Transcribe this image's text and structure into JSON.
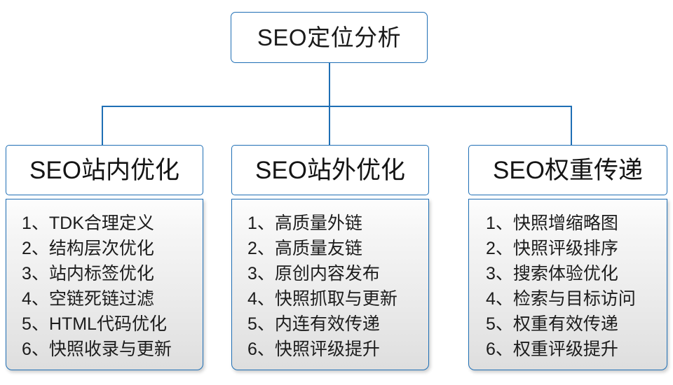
{
  "diagram": {
    "root": {
      "label": "SEO定位分析"
    },
    "connector_color": "#1f6fb5",
    "columns": [
      {
        "header": "SEO站内优化",
        "items": [
          {
            "index": "1、",
            "text": "TDK合理定义"
          },
          {
            "index": "2、",
            "text": "结构层次优化"
          },
          {
            "index": "3、",
            "text": "站内标签优化"
          },
          {
            "index": "4、",
            "text": "空链死链过滤"
          },
          {
            "index": "5、",
            "text": "HTML代码优化"
          },
          {
            "index": "6、",
            "text": "快照收录与更新"
          }
        ]
      },
      {
        "header": "SEO站外优化",
        "items": [
          {
            "index": "1、",
            "text": "高质量外链"
          },
          {
            "index": "2、",
            "text": "高质量友链"
          },
          {
            "index": "3、",
            "text": "原创内容发布"
          },
          {
            "index": "4、",
            "text": "快照抓取与更新"
          },
          {
            "index": "5、",
            "text": "内连有效传递"
          },
          {
            "index": "6、",
            "text": "快照评级提升"
          }
        ]
      },
      {
        "header": "SEO权重传递",
        "items": [
          {
            "index": "1、",
            "text": "快照增缩略图"
          },
          {
            "index": "2、",
            "text": "快照评级排序"
          },
          {
            "index": "3、",
            "text": "搜索体验优化"
          },
          {
            "index": "4、",
            "text": "检索与目标访问"
          },
          {
            "index": "5、",
            "text": "权重有效传递"
          },
          {
            "index": "6、",
            "text": "权重评级提升"
          }
        ]
      }
    ]
  }
}
